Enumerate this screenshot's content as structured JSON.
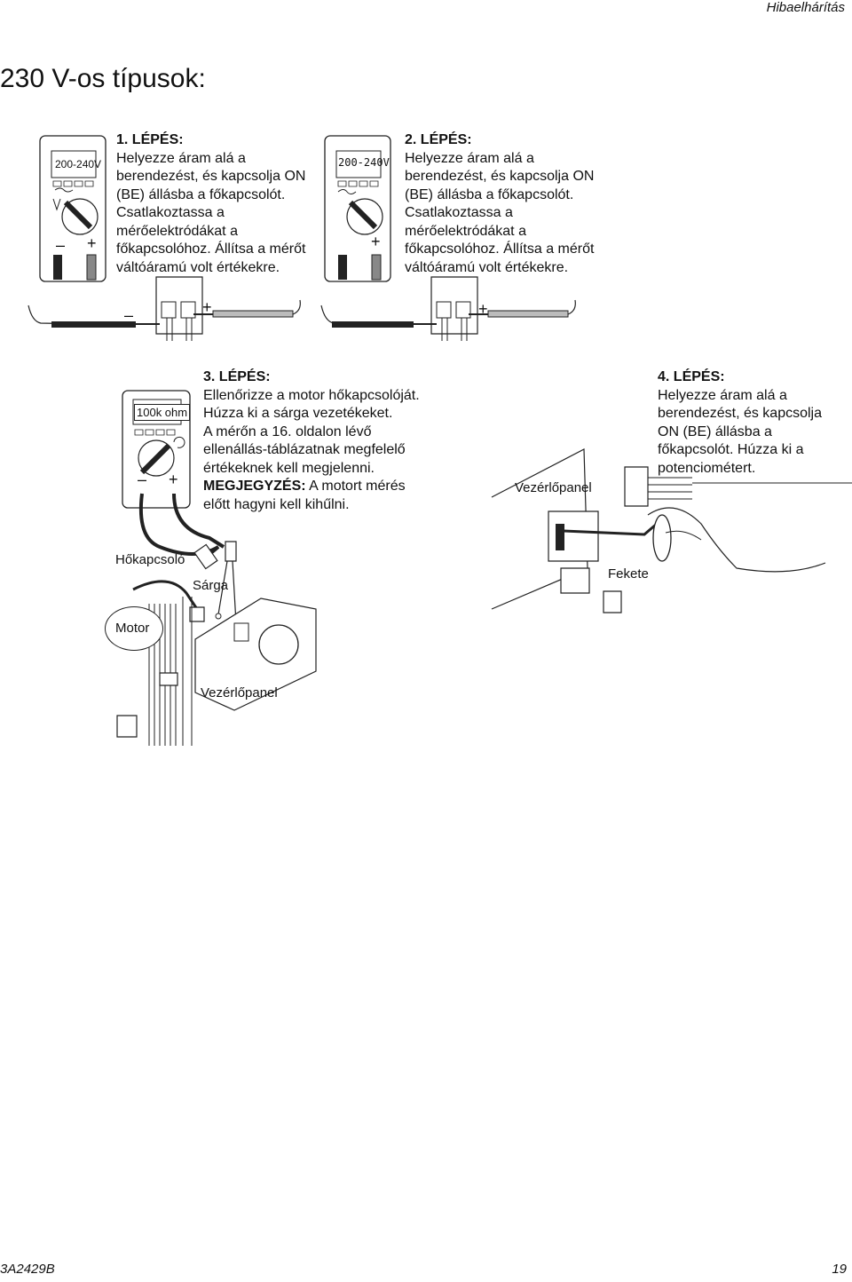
{
  "header": {
    "section": "Hibaelhárítás"
  },
  "page_title": "230 V-os típusok:",
  "steps": [
    {
      "heading": "1. LÉPÉS:",
      "text": "Helyezze áram alá a berendezést, és kapcsolja ON (BE) állásba a főkapcsolót. Csatlakoztassa a mérőelektródákat a főkapcsolóhoz. Állítsa a mérőt váltóáramú volt értékekre."
    },
    {
      "heading": "2. LÉPÉS:",
      "text": "Helyezze áram alá a berendezést, és kapcsolja ON (BE) állásba a főkapcsolót. Csatlakoztassa a mérőelektródákat a főkapcsolóhoz. Állítsa a mérőt váltóáramú volt értékekre."
    },
    {
      "heading": "3. LÉPÉS:",
      "lines": [
        "Ellenőrizze a motor hőkapcsolóját.",
        "Húzza ki a sárga vezetékeket.",
        "A mérőn a 16. oldalon lévő",
        "ellenállás-táblázatnak megfelelő",
        "értékeknek kell megjelenni."
      ],
      "note_label": "MEGJEGYZÉS:",
      "note_text": " A motort mérés előtt hagyni kell kihűlni."
    },
    {
      "heading": "4. LÉPÉS:",
      "text": "Helyezze áram alá a berendezést, és kapcsolja ON (BE) állásba a főkapcsolót. Húzza ki a potenciométert."
    }
  ],
  "meters": {
    "m1_display": "200-240V",
    "m2_display": "200-240V",
    "m3_display": "100k ohm",
    "minus": "–",
    "plus": "+"
  },
  "labels": {
    "thermal_switch": "Hőkapcsoló",
    "yellow": "Sárga",
    "motor": "Motor",
    "control_board_1": "Vezérlőpanel",
    "control_board_2": "Vezérlőpanel",
    "black": "Fekete"
  },
  "footer": {
    "doc_number": "3A2429B",
    "page_number": "19"
  }
}
